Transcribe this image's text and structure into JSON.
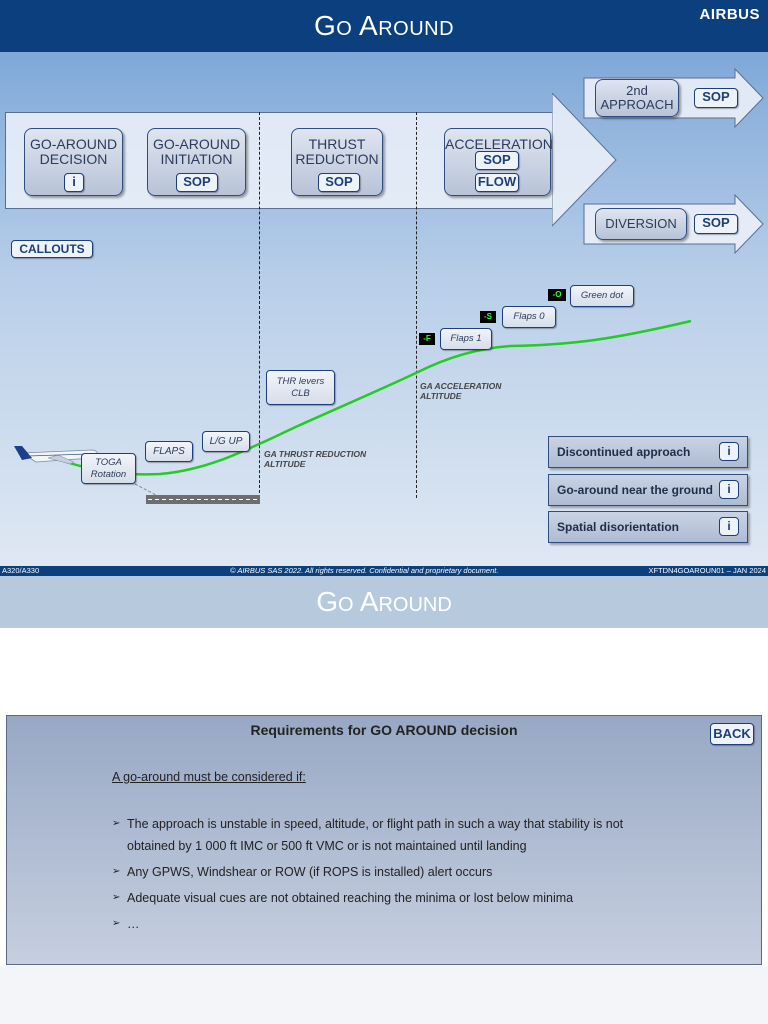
{
  "header": {
    "title": "Go Around",
    "logo": "AIRBUS"
  },
  "phases": [
    {
      "label_line1": "GO-AROUND",
      "label_line2": "DECISION",
      "button": "i"
    },
    {
      "label_line1": "GO-AROUND",
      "label_line2": "INITIATION",
      "button": "SOP"
    },
    {
      "label_line1": "THRUST",
      "label_line2": "REDUCTION",
      "button": "SOP"
    },
    {
      "label_line1": "ACCELERATION",
      "button1": "SOP",
      "button2": "FLOW"
    }
  ],
  "branches": {
    "approach": {
      "label_line1": "2nd",
      "label_line2": "APPROACH",
      "button": "SOP"
    },
    "diversion": {
      "label": "DIVERSION",
      "button": "SOP"
    }
  },
  "callouts_button": "CALLOUTS",
  "profile": {
    "toga_line1": "TOGA",
    "toga_line2": "Rotation",
    "flaps": "FLAPS",
    "lg_up": "L/G UP",
    "thr_line1": "THR levers",
    "thr_line2": "CLB",
    "thrust_alt_line1": "GA THRUST REDUCTION",
    "thrust_alt_line2": "ALTITUDE",
    "accel_alt_line1": "GA ACCELERATION",
    "accel_alt_line2": "ALTITUDE",
    "f_speed": "-F",
    "flaps1": "Flaps 1",
    "s_speed": "-S",
    "flaps0": "Flaps 0",
    "o_speed": "-O",
    "green_dot": "Green dot"
  },
  "side_buttons": [
    {
      "label": "Discontinued approach",
      "icon": "i"
    },
    {
      "label": "Go-around near the ground",
      "icon": "i"
    },
    {
      "label": "Spatial disorientation",
      "icon": "i"
    }
  ],
  "footer": {
    "left": "A320/A330",
    "center": "© AIRBUS SAS 2022. All rights reserved. Confidential and proprietary document.",
    "right": "XFTDN4GOAROUN01 – JAN 2024"
  },
  "lower": {
    "title": "Go Around",
    "modal_title": "Requirements for GO AROUND decision",
    "back": "BACK",
    "lead": "A go-around must be considered if:",
    "bullets": [
      "The approach is unstable in speed, altitude, or flight path in such a way that stability is not obtained by 1 000 ft IMC or 500 ft VMC or is not maintained until landing",
      "Any GPWS, Windshear or ROW (if ROPS is installed) alert occurs",
      "Adequate visual cues are not obtained reaching the minima or lost below minima",
      "…"
    ]
  },
  "colors": {
    "header_blue": "#0b3f7d",
    "button_border": "#1d3e7a",
    "flight_path": "#22cc22"
  }
}
